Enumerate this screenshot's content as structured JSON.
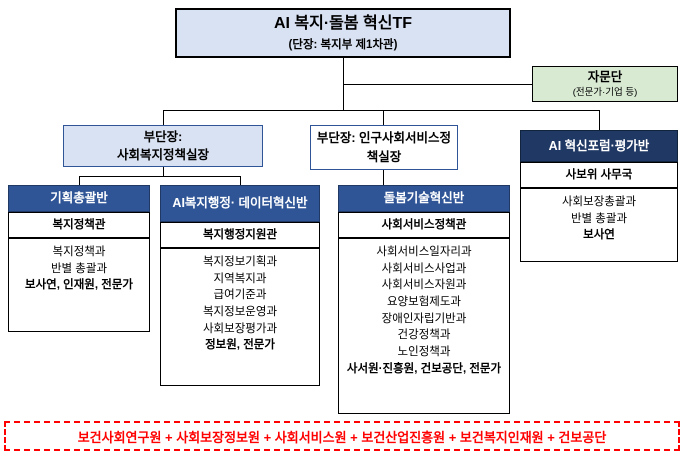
{
  "root": {
    "title": "AI 복지·돌봄 혁신TF",
    "subtitle": "(단장: 복지부 제1차관)"
  },
  "advisory": {
    "title": "자문단",
    "subtitle": "(전문가·기업 등)"
  },
  "deputy1": {
    "label": "부단장:\n사회복지정책실장"
  },
  "deputy2": {
    "label": "부단장: 인구사회서비스정책실장"
  },
  "team1": {
    "title": "기획총괄반",
    "officer": "복지정책관",
    "members": [
      "복지정책과",
      "반별 총괄과"
    ],
    "members_bold": "보사연, 인재원, 전문가"
  },
  "team2": {
    "title": "AI복지행정· 데이터혁신반",
    "officer": "복지행정지원관",
    "members": [
      "복지정보기획과",
      "지역복지과",
      "급여기준과",
      "복지정보운영과",
      "사회보장평가과"
    ],
    "members_bold": "정보원, 전문가"
  },
  "team3": {
    "title": "돌봄기술혁신반",
    "officer": "사회서비스정책관",
    "members": [
      "사회서비스일자리과",
      "사회서비스사업과",
      "사회서비스자원과",
      "요양보험제도과",
      "장애인자립기반과",
      "건강정책과",
      "노인정책과"
    ],
    "members_bold": "사서원·진흥원, 건보공단, 전문가"
  },
  "forum": {
    "title": "AI 혁신포럼·평가반",
    "officer": "사보위 사무국",
    "members": [
      "사회보장총괄과",
      "반별 총괄과"
    ],
    "members_bold": "보사연"
  },
  "footer": {
    "text": "보건사회연구원 + 사회보장정보원 + 사회서비스원 + 보건산업진흥원 + 보건복지인재원 + 건보공단"
  },
  "colors": {
    "root_fill": "#d9e2f3",
    "advisory_fill": "#d9ead3",
    "team_header_fill": "#2f5597",
    "forum_header_fill": "#203864",
    "footer_accent": "#ff0000",
    "connector": "#000000"
  }
}
